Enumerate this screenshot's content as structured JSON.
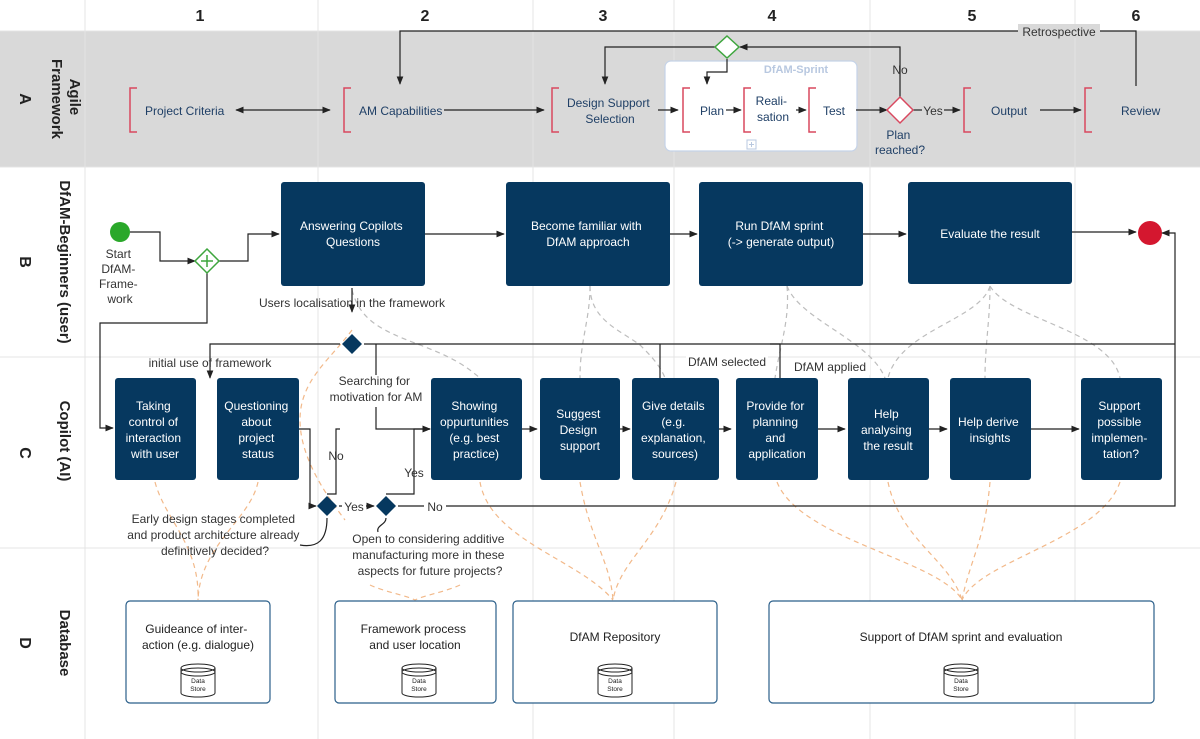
{
  "columns": [
    "1",
    "2",
    "3",
    "4",
    "5",
    "6"
  ],
  "rows": [
    {
      "letter": "A",
      "label_lines": [
        "Agile",
        "Framework"
      ]
    },
    {
      "letter": "B",
      "label_lines": [
        "DfAM-Beginners (user)"
      ]
    },
    {
      "letter": "C",
      "label_lines": [
        "Copilot (AI)"
      ]
    },
    {
      "letter": "D",
      "label_lines": [
        "Database"
      ]
    }
  ],
  "agile": {
    "stages": [
      {
        "id": "project-criteria",
        "lines": [
          "Project Criteria"
        ]
      },
      {
        "id": "am-capabilities",
        "lines": [
          "AM Capabilities"
        ]
      },
      {
        "id": "design-support",
        "lines": [
          "Design Support",
          "Selection"
        ]
      },
      {
        "id": "plan",
        "lines": [
          "Plan"
        ]
      },
      {
        "id": "realisation",
        "lines": [
          "Reali-",
          "sation"
        ]
      },
      {
        "id": "test",
        "lines": [
          "Test"
        ]
      },
      {
        "id": "output",
        "lines": [
          "Output"
        ]
      },
      {
        "id": "review",
        "lines": [
          "Review"
        ]
      }
    ],
    "sprint_title": "DfAM-Sprint",
    "retrospective": "Retrospective",
    "gateway_lines": [
      "Plan",
      "reached?"
    ],
    "no": "No",
    "yes": "Yes"
  },
  "user": {
    "start_lines": [
      "Start",
      "DfAM-",
      "Frame-",
      "work"
    ],
    "tasks": [
      {
        "id": "answering",
        "lines": [
          "Answering Copilots",
          "Questions"
        ]
      },
      {
        "id": "familiar",
        "lines": [
          "Become familiar with",
          "DfAM approach"
        ]
      },
      {
        "id": "sprint",
        "lines": [
          "Run DfAM sprint",
          "(-> generate output)"
        ]
      },
      {
        "id": "evaluate",
        "lines": [
          "Evaluate the result"
        ]
      }
    ],
    "localisation": "Users localisation in the framework"
  },
  "copilot": {
    "tasks": [
      {
        "id": "taking-control",
        "lines": [
          "Taking",
          "control of",
          "interaction",
          "with user"
        ]
      },
      {
        "id": "questioning",
        "lines": [
          "Questioning",
          "about",
          "project",
          "status"
        ]
      },
      {
        "id": "showing",
        "lines": [
          "Showing",
          "oppurtunities",
          "(e.g. best",
          "practice)"
        ]
      },
      {
        "id": "suggest",
        "lines": [
          "Suggest",
          "Design",
          "support"
        ]
      },
      {
        "id": "details",
        "lines": [
          "Give details",
          "(e.g.",
          "explanation,",
          "sources)"
        ]
      },
      {
        "id": "planning",
        "lines": [
          "Provide for",
          "planning",
          "and",
          "application"
        ]
      },
      {
        "id": "analysing",
        "lines": [
          "Help",
          "analysing",
          "the result"
        ]
      },
      {
        "id": "insights",
        "lines": [
          "Help derive",
          "insights"
        ]
      },
      {
        "id": "implementation",
        "lines": [
          "Support",
          "possible",
          "implemen-",
          "tation?"
        ]
      }
    ],
    "initial_use": "initial use of framework",
    "searching_lines": [
      "Searching for",
      "motivation for AM"
    ],
    "dfam_selected": "DfAM selected",
    "dfam_applied": "DfAM applied",
    "no": "No",
    "yes": "Yes",
    "early_lines": [
      "Early design stages completed",
      "and product architecture already",
      "definitively decided?"
    ],
    "open_lines": [
      "Open to considering additive",
      "manufacturing more in these",
      "aspects for future projects?"
    ]
  },
  "database": {
    "stores": [
      {
        "id": "guidance",
        "lines": [
          "Guideance of inter-",
          "action (e.g. dialogue)"
        ]
      },
      {
        "id": "framework",
        "lines": [
          "Framework process",
          "and user location"
        ]
      },
      {
        "id": "repository",
        "lines": [
          "DfAM Repository"
        ]
      },
      {
        "id": "support",
        "lines": [
          "Support of DfAM sprint and evaluation"
        ]
      }
    ],
    "datastore_lines": [
      "Data",
      "Store"
    ]
  },
  "colors": {
    "lane_gray": "#d9d9d9",
    "task_blue": "#06385f",
    "bracket_red": "#d9485f",
    "gateway_green": "#3ea63e",
    "end_red": "#d4172f",
    "start_green": "#2aa82a",
    "db_border": "#2b5f8a",
    "dashed_orange": "#f2b98a",
    "dashed_gray": "#bdbdbd"
  }
}
